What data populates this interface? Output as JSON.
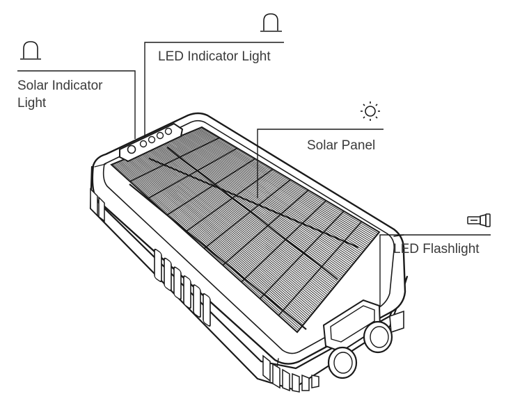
{
  "labels": {
    "solar_indicator_line1": "Solar Indicator",
    "solar_indicator_line2": "Light",
    "led_indicator": "LED Indicator Light",
    "solar_panel": "Solar Panel",
    "led_flashlight": "LED Flashlight"
  },
  "icons": {
    "solar_indicator": "indicator-lamp-icon",
    "led_indicator": "indicator-lamp-icon",
    "solar_panel": "sun-icon",
    "led_flashlight": "flashlight-icon"
  },
  "colors": {
    "line": "#1a1a1a",
    "text": "#3a3a3a",
    "background": "#ffffff"
  }
}
